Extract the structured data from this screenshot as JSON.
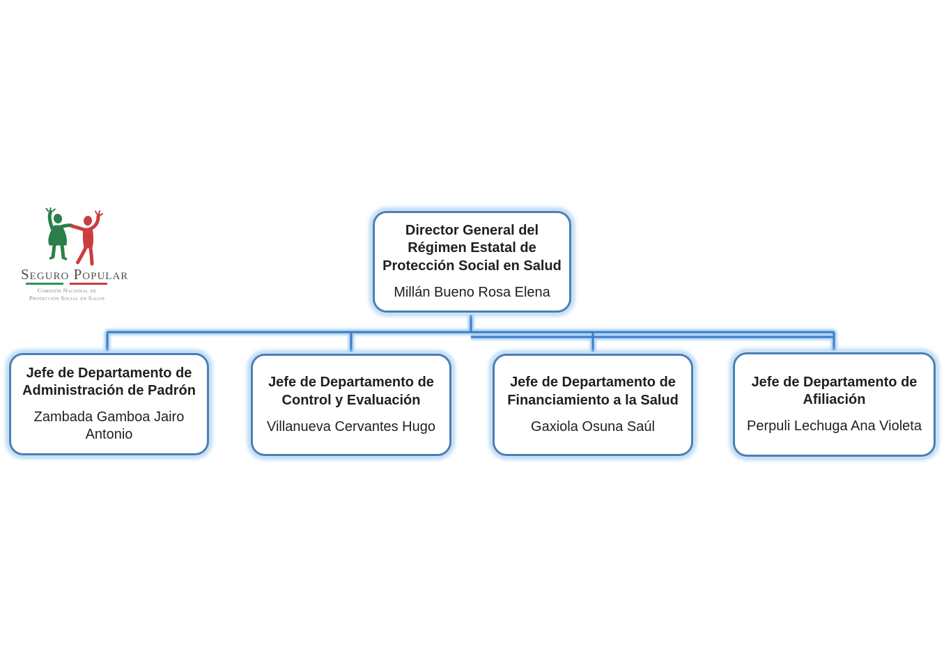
{
  "logo": {
    "title": "Seguro Popular",
    "subtitle_line1": "Comisión Nacional de",
    "subtitle_line2": "Protección Social en Salud",
    "figure_left_color": "#2d7f4a",
    "figure_right_color": "#cb3d3e",
    "divider_green": "#2e9455",
    "divider_red": "#c8403f"
  },
  "org_chart": {
    "root": {
      "title": "Director General del Régimen Estatal de Protección Social en Salud",
      "name": "Millán Bueno Rosa Elena"
    },
    "children": [
      {
        "title": "Jefe de Departamento de Administración de Padrón",
        "name": "Zambada Gamboa Jairo Antonio"
      },
      {
        "title": "Jefe de Departamento de Control y Evaluación",
        "name": "Villanueva Cervantes Hugo"
      },
      {
        "title": "Jefe de Departamento de Financiamiento a la Salud",
        "name": "Gaxiola Osuna Saúl"
      },
      {
        "title": "Jefe de Departamento de Afiliación",
        "name": "Perpuli Lechuga Ana Violeta"
      }
    ]
  },
  "colors": {
    "box_border": "#4a7eb5",
    "box_fill": "#ffffff",
    "connector": "#3b7dc8",
    "glow": "#a6cdf1",
    "text": "#1f1f1f",
    "background": "#ffffff"
  }
}
